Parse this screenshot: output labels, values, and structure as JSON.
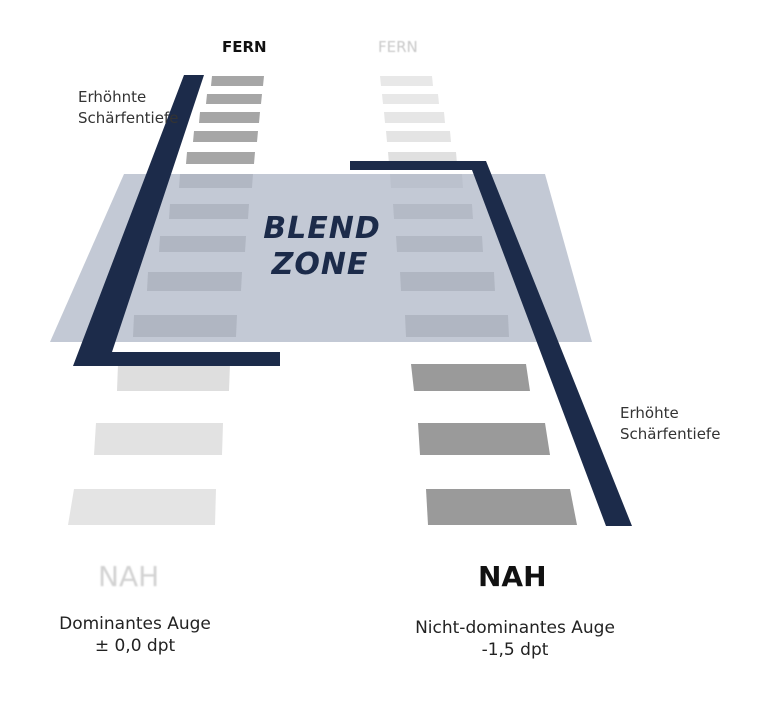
{
  "labels": {
    "fern_left": "FERN",
    "fern_right": "FERN",
    "blend_line1": "BLEND",
    "blend_line2": "ZONE",
    "depth_left_line1": "Erhöhnte",
    "depth_left_line2": "Schärfentiefe",
    "depth_right_line1": "Erhöhte",
    "depth_right_line2": "Schärfentiefe",
    "nah_left": "NAH",
    "nah_right": "NAH",
    "eye_left_line1": "Dominantes Auge",
    "eye_left_line2": "± 0,0 dpt",
    "eye_right_line1": "Nicht-dominantes Auge",
    "eye_right_line2": "-1,5 dpt"
  },
  "colors": {
    "navy": "#1c2b4a",
    "blend_zone": "#b4bccb",
    "blend_text": "#1c2b4a",
    "stripe_dark": "#9e9e9e",
    "stripe_light": "#e4e4e4"
  }
}
